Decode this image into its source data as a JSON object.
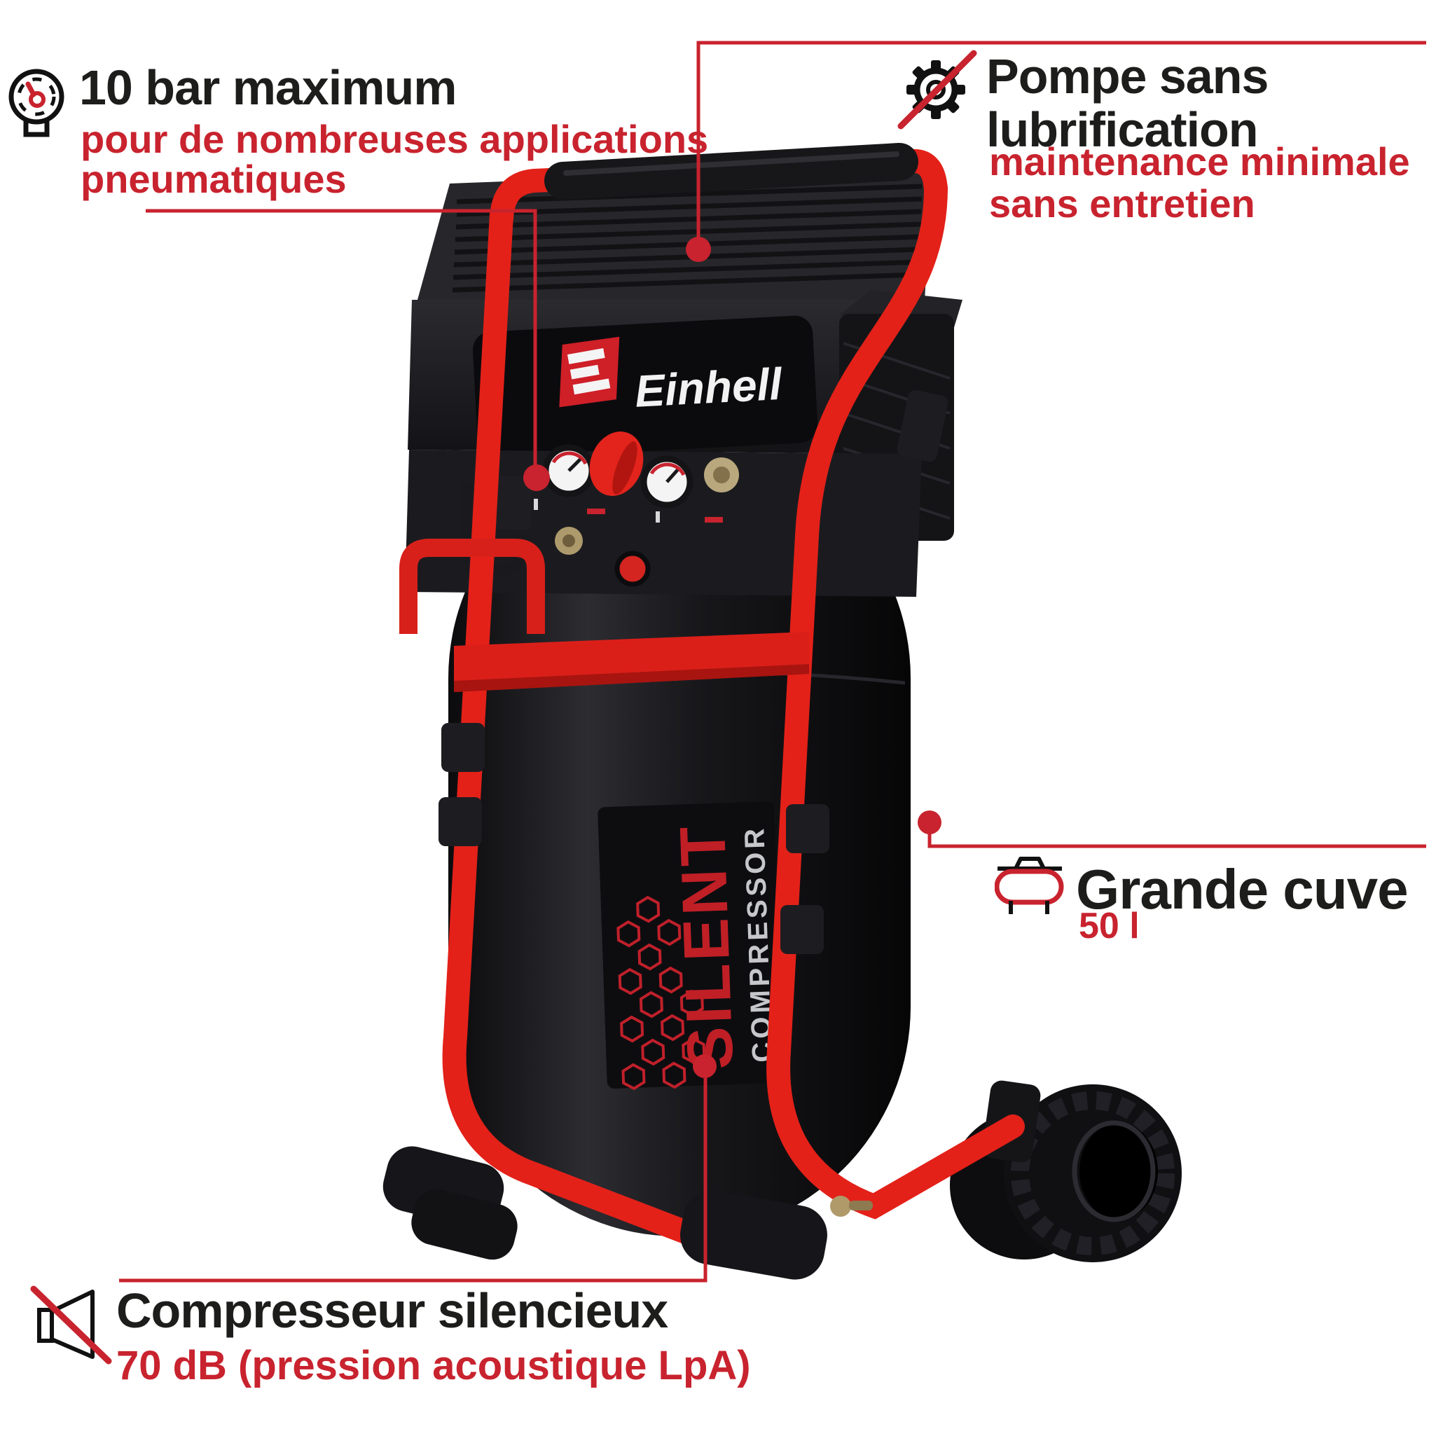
{
  "page": {
    "background": "#ffffff"
  },
  "colors": {
    "accent_red": "#c8232e",
    "frame_red": "#e32119",
    "text_black": "#1d1d1b"
  },
  "callouts": {
    "pressure": {
      "icon": "pressure-gauge-icon",
      "title": "10 bar maximum",
      "subtitle_line1": "pour de nombreuses applications",
      "subtitle_line2": "pneumatiques"
    },
    "pump": {
      "icon": "no-oil-gear-icon",
      "title_line1": "Pompe sans",
      "title_line2": "lubrification",
      "subtitle_line1": "maintenance minimale",
      "subtitle_line2": "sans entretien"
    },
    "tank": {
      "icon": "air-tank-icon",
      "title": "Grande cuve",
      "subtitle": "50 l"
    },
    "silent": {
      "icon": "muted-speaker-icon",
      "title": "Compresseur silencieux",
      "subtitle": "70 dB (pression acoustique LpA)"
    }
  },
  "product": {
    "brand": "Einhell",
    "tank_label_primary": "SILENT",
    "tank_label_secondary": "COMPRESSOR"
  }
}
